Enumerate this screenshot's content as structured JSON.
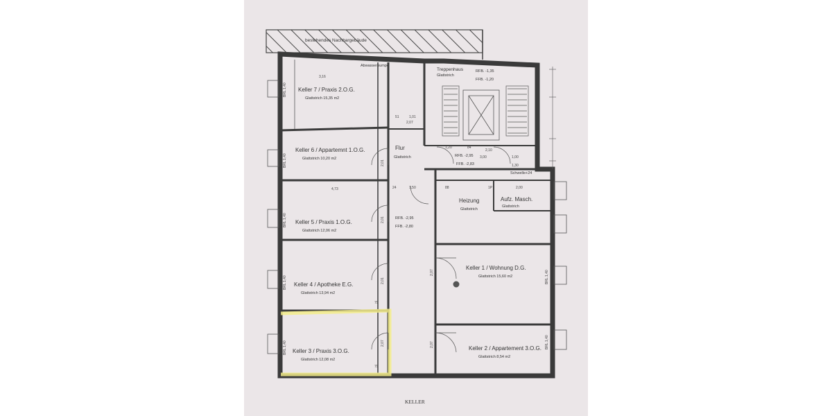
{
  "plan": {
    "caption": "KELLER",
    "neighbor_label": "bestehendes Nachbargebäude",
    "rooms": [
      {
        "id": "keller7",
        "name": "Keller 7 / Praxis 2.O.G.",
        "sub": "Glattstrich 15,35 m2"
      },
      {
        "id": "keller6",
        "name": "Keller 6 / Appartemnt 1.O.G.",
        "sub": "Glattstrich 10,20 m2"
      },
      {
        "id": "keller5",
        "name": "Keller 5 / Praxis 1.O.G.",
        "sub": "Glattstrich 12,06 m2"
      },
      {
        "id": "keller4",
        "name": "Keller 4 / Apotheke E.G.",
        "sub": "Glattstrich 13,94 m2"
      },
      {
        "id": "keller3",
        "name": "Keller 3 / Praxis 3.O.G.",
        "sub": "Glattstrich 12,08 m2"
      },
      {
        "id": "keller1",
        "name": "Keller 1 / Wohnung D.G.",
        "sub": "Glattstrich 15,60 m2"
      },
      {
        "id": "keller2",
        "name": "Keller 2 / Appartement 3.O.G.",
        "sub": "Glattstrich 8,54 m2"
      }
    ],
    "flur": {
      "name": "Flur",
      "sub": "Glattstrich"
    },
    "heizung": {
      "name": "Heizung",
      "sub": "Glattstrich"
    },
    "aufzug": {
      "name": "Aufz. Masch.",
      "sub": "Glattstrich"
    },
    "treppenhaus": {
      "name": "Treppenhaus",
      "sub": "Glattstrich"
    },
    "labels": {
      "abwasser": "Abwasserpumpe",
      "rfb_flur": "RFB. -2,95",
      "ffb_flur": "FFB. -2,80",
      "rfb_tr": "RFB. -1,35",
      "ffb_tr": "FFB. -1,20",
      "ffb_tr2": "FFB. -2,83",
      "rfb_tr2": "RFB. -2,95",
      "schwelle": "Schwelle+24"
    },
    "dims": {
      "w316": "3,16",
      "w473": "4,73",
      "brl": "BRL 1,40",
      "d101": "1,01",
      "d201": "2,01",
      "d207": "2,07",
      "d79": "79",
      "d24": "24",
      "d88": "88",
      "d150": "1,50",
      "d120": "1,20",
      "d200": "2,00",
      "d300": "3,00",
      "d210": "2,10",
      "d130": "1,30",
      "d100": "1,00",
      "d51": "51",
      "d84": "84",
      "d1p": "1P"
    }
  }
}
